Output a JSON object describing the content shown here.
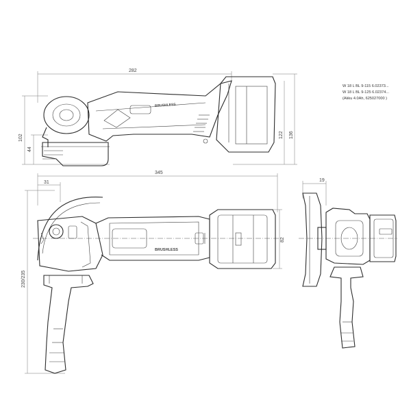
{
  "specs": {
    "line1": "W 18 L BL 9-115   6.02373...",
    "line2": "W 18 L BL 9-125   6.02374...",
    "line3": "(Akku 4.0Ah, 625027000 )"
  },
  "dimensions": {
    "top_length": "282",
    "top_height_left": "102",
    "top_small": "44",
    "top_height_right1": "122",
    "top_height_right2": "136",
    "overall_length": "345",
    "disc_offset": "31",
    "battery_width": "82",
    "side_height": "230/235",
    "front_offset": "19"
  },
  "labels": {
    "brushless": "BRUSHLESS"
  }
}
